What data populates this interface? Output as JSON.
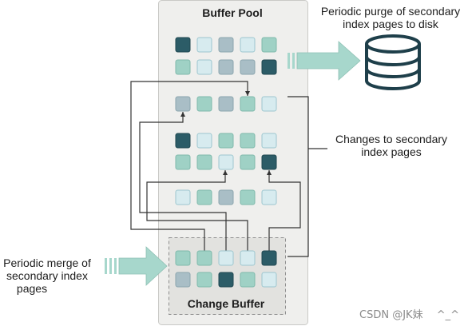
{
  "buffer_pool": {
    "title": "Buffer Pool"
  },
  "change_buffer": {
    "title": "Change Buffer"
  },
  "annotations": {
    "purge_line1": "Periodic purge of secondary",
    "purge_line2": "index pages to disk",
    "changes_line1": "Changes to secondary",
    "changes_line2": "index pages",
    "merge_line1": "Periodic merge of",
    "merge_line2": "secondary index",
    "merge_line3": "pages"
  },
  "watermark": "CSDN @JK妹　 ^_^",
  "colors": {
    "pool_bg": "#efefed",
    "pool_border": "#c9c9c6",
    "change_buffer_bg": "#e2e2df",
    "page_dark": "#2c5c67",
    "page_green": "#9fd1c5",
    "page_light": "#d7ebef",
    "page_slate": "#a9bec6",
    "arrow_fill": "#a7d7cc",
    "connector": "#333333"
  },
  "page_groups": [
    {
      "name": "pool-group-1",
      "rows": [
        [
          "dark",
          "light",
          "slate",
          "light",
          "green"
        ],
        [
          "green",
          "light",
          "slate",
          "slate",
          "dark"
        ]
      ]
    },
    {
      "name": "pool-group-2",
      "rows": [
        [
          "slate",
          "green",
          "slate",
          "green",
          "light"
        ]
      ]
    },
    {
      "name": "pool-group-3",
      "rows": [
        [
          "dark",
          "light",
          "green",
          "green",
          "light"
        ],
        [
          "green",
          "green",
          "light",
          "green",
          "dark"
        ]
      ]
    },
    {
      "name": "pool-group-4",
      "rows": [
        [
          "light",
          "green",
          "slate",
          "green",
          "light"
        ]
      ]
    },
    {
      "name": "change-buffer-pages",
      "rows": [
        [
          "green",
          "green",
          "light",
          "light",
          "dark"
        ],
        [
          "slate",
          "green",
          "dark",
          "green",
          "light"
        ]
      ]
    }
  ]
}
